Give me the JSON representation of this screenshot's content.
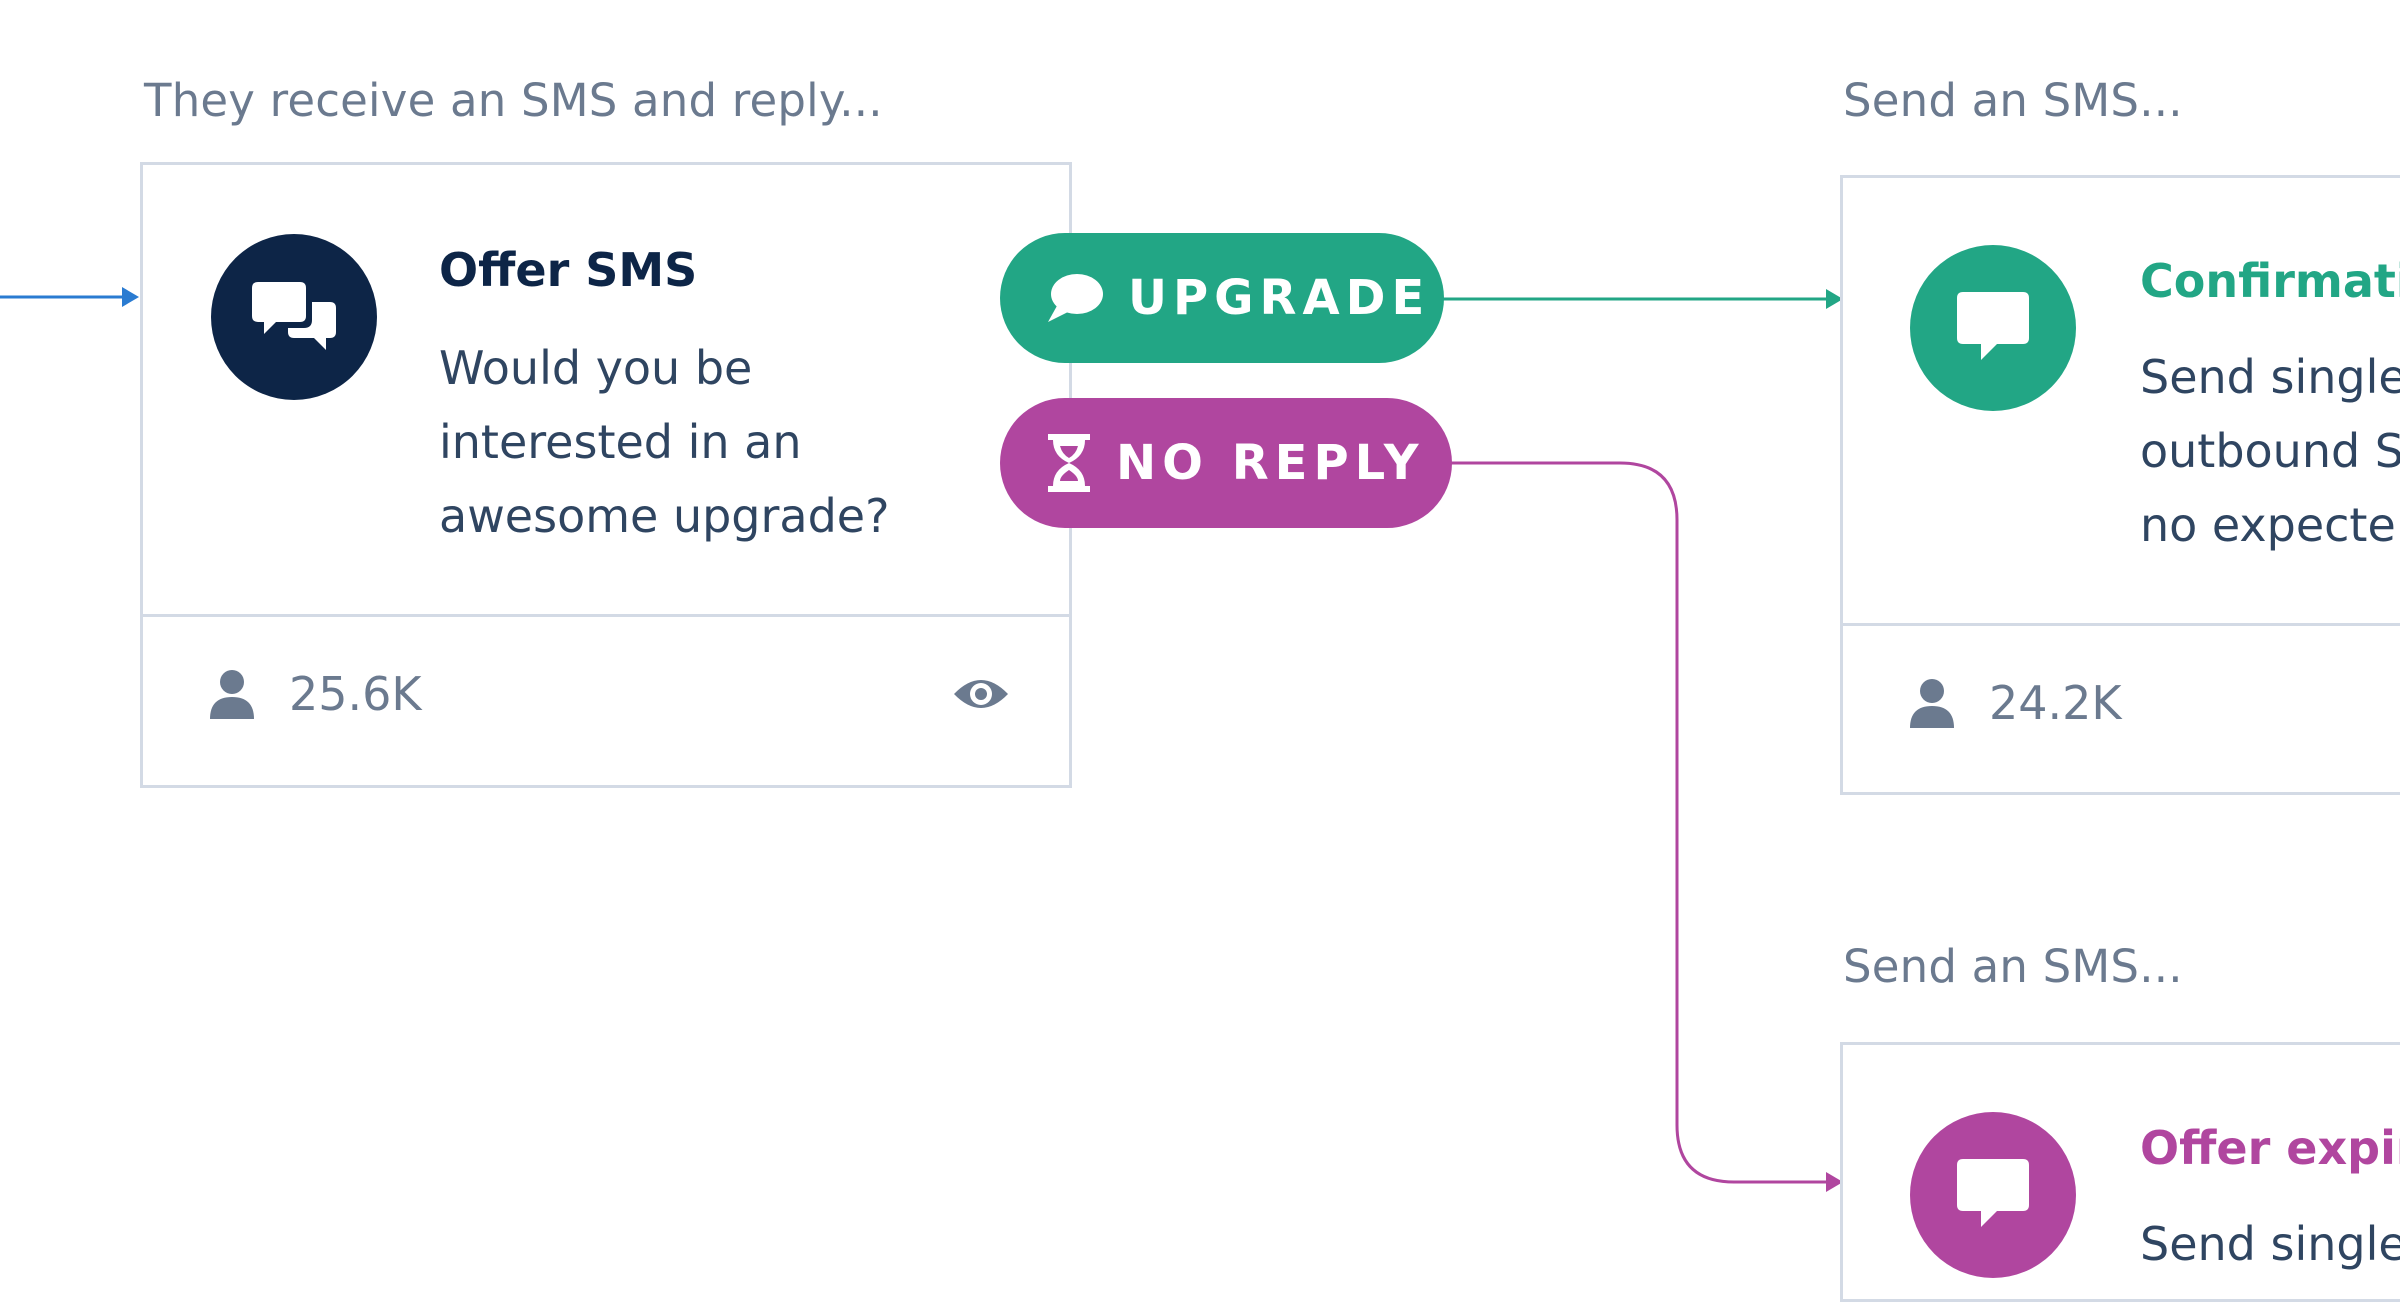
{
  "colors": {
    "navy": "#0d2547",
    "teal": "#22a685",
    "purple": "#b0469f",
    "blue": "#2a7bd1",
    "border": "#d3dae5",
    "muted": "#6b7a8f"
  },
  "left_section": {
    "label": "They receive an SMS and reply...",
    "card": {
      "icon": "chat-bubbles-icon",
      "title": "Offer SMS",
      "body_lines": [
        "Would you be",
        "interested in an",
        "awesome upgrade?"
      ],
      "count": "25.6K",
      "count_icon": "user-icon",
      "preview_icon": "eye-icon"
    }
  },
  "branches": {
    "upgrade": {
      "label": "UPGRADE",
      "icon": "speech-bubble-icon"
    },
    "no_reply": {
      "label": "NO REPLY",
      "icon": "hourglass-icon"
    }
  },
  "right_top": {
    "label": "Send an SMS...",
    "card": {
      "icon": "message-icon",
      "title": "Confirmati",
      "body_lines": [
        "Send single",
        "outbound S",
        "no expecte"
      ],
      "count": "24.2K",
      "count_icon": "user-icon"
    }
  },
  "right_bottom": {
    "label": "Send an SMS...",
    "card": {
      "icon": "message-icon",
      "title": "Offer expir",
      "body_lines": [
        "Send single"
      ]
    }
  }
}
